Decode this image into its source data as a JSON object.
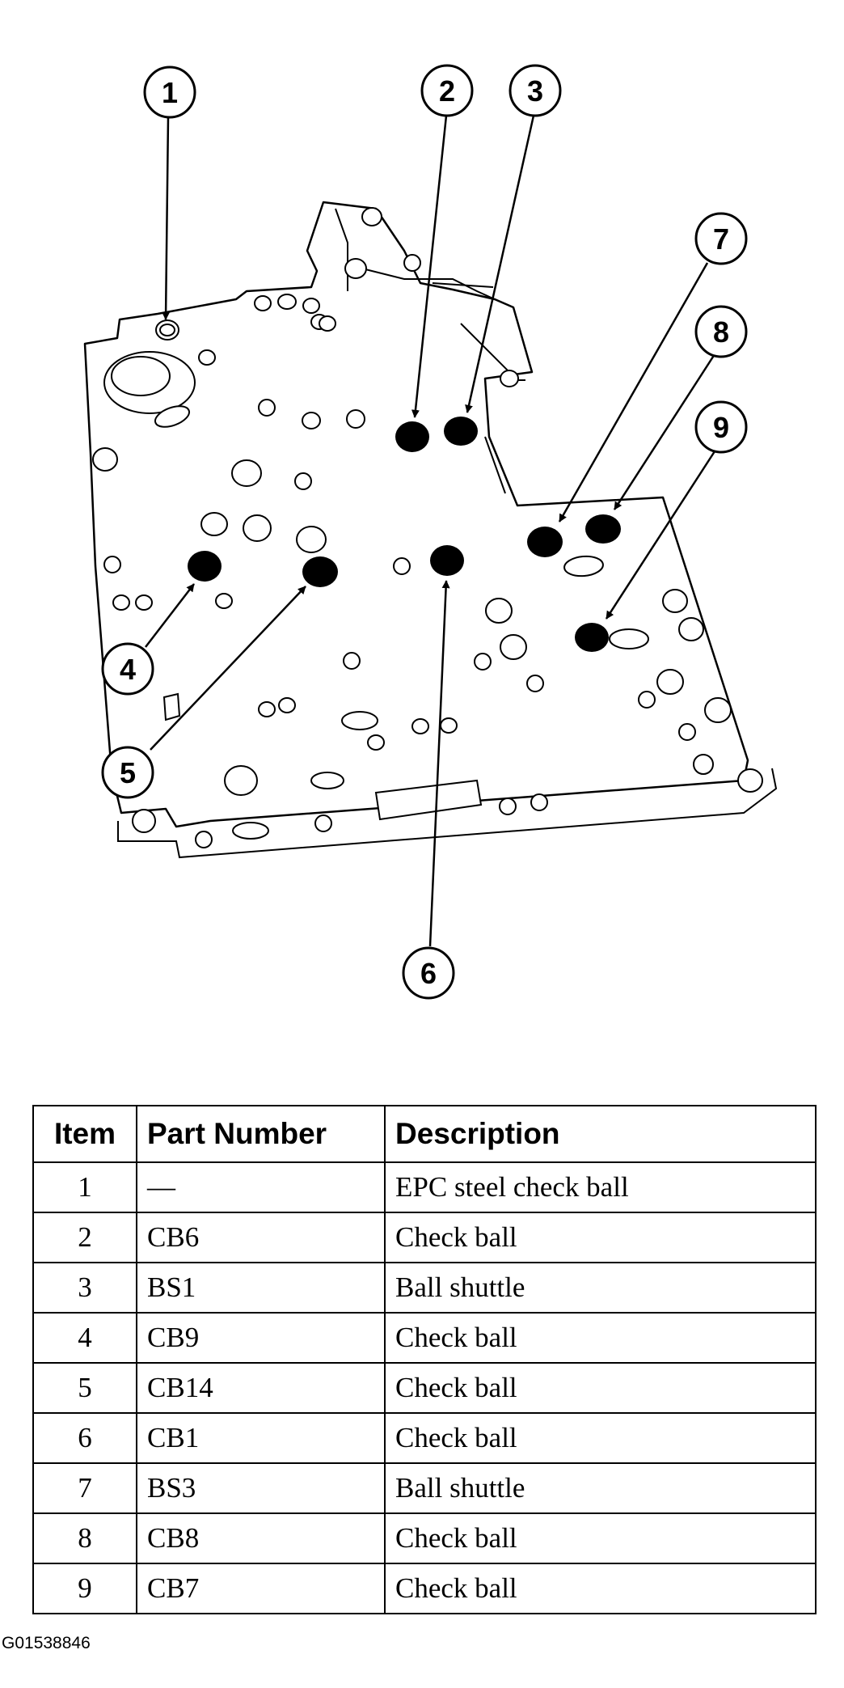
{
  "callouts": [
    "1",
    "2",
    "3",
    "4",
    "5",
    "6",
    "7",
    "8",
    "9"
  ],
  "table": {
    "headers": [
      "Item",
      "Part Number",
      "Description"
    ],
    "rows": [
      {
        "item": "1",
        "part": "—",
        "description": "EPC steel check ball"
      },
      {
        "item": "2",
        "part": "CB6",
        "description": "Check ball"
      },
      {
        "item": "3",
        "part": "BS1",
        "description": "Ball shuttle"
      },
      {
        "item": "4",
        "part": "CB9",
        "description": "Check ball"
      },
      {
        "item": "5",
        "part": "CB14",
        "description": "Check ball"
      },
      {
        "item": "6",
        "part": "CB1",
        "description": "Check ball"
      },
      {
        "item": "7",
        "part": "BS3",
        "description": "Ball shuttle"
      },
      {
        "item": "8",
        "part": "CB8",
        "description": "Check ball"
      },
      {
        "item": "9",
        "part": "CB7",
        "description": "Check ball"
      }
    ]
  },
  "figure_id": "G01538846"
}
